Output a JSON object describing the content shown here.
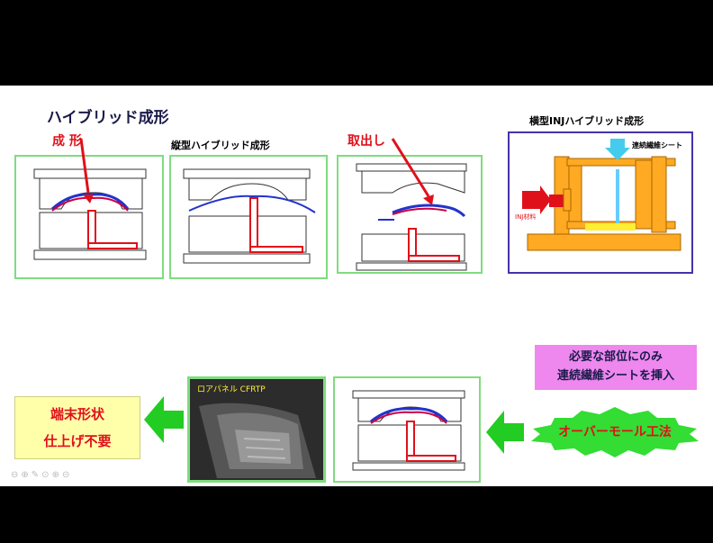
{
  "main_title": "ハイブリッド成形",
  "labels": {
    "seikei": "成 形",
    "vertical_hybrid": "縦型ハイブリッド成形",
    "torridashi": "取出し",
    "horizontal_hybrid": "横型INJハイブリッド成形",
    "continuous_sheet_small": "連続繊維シート",
    "inj_small": "INJ材料",
    "panel_photo": "ロアパネル CFRTP"
  },
  "boxes": {
    "insert_note": [
      "必要な部位にのみ",
      "連続繊維シートを挿入"
    ],
    "overmold": "オーバーモール工法",
    "result": [
      "端末形状",
      "仕上げ不要"
    ]
  },
  "colors": {
    "green_border": "#7fdc7f",
    "arrow_green": "#22cc22",
    "red_accent": "#e0101a",
    "insert_bg": "#ee88ee",
    "result_bg": "#ffffaa",
    "overmold_bg": "#33dd33",
    "mold_orange": "#ffaa22",
    "inner_blue": "#66ccff"
  }
}
